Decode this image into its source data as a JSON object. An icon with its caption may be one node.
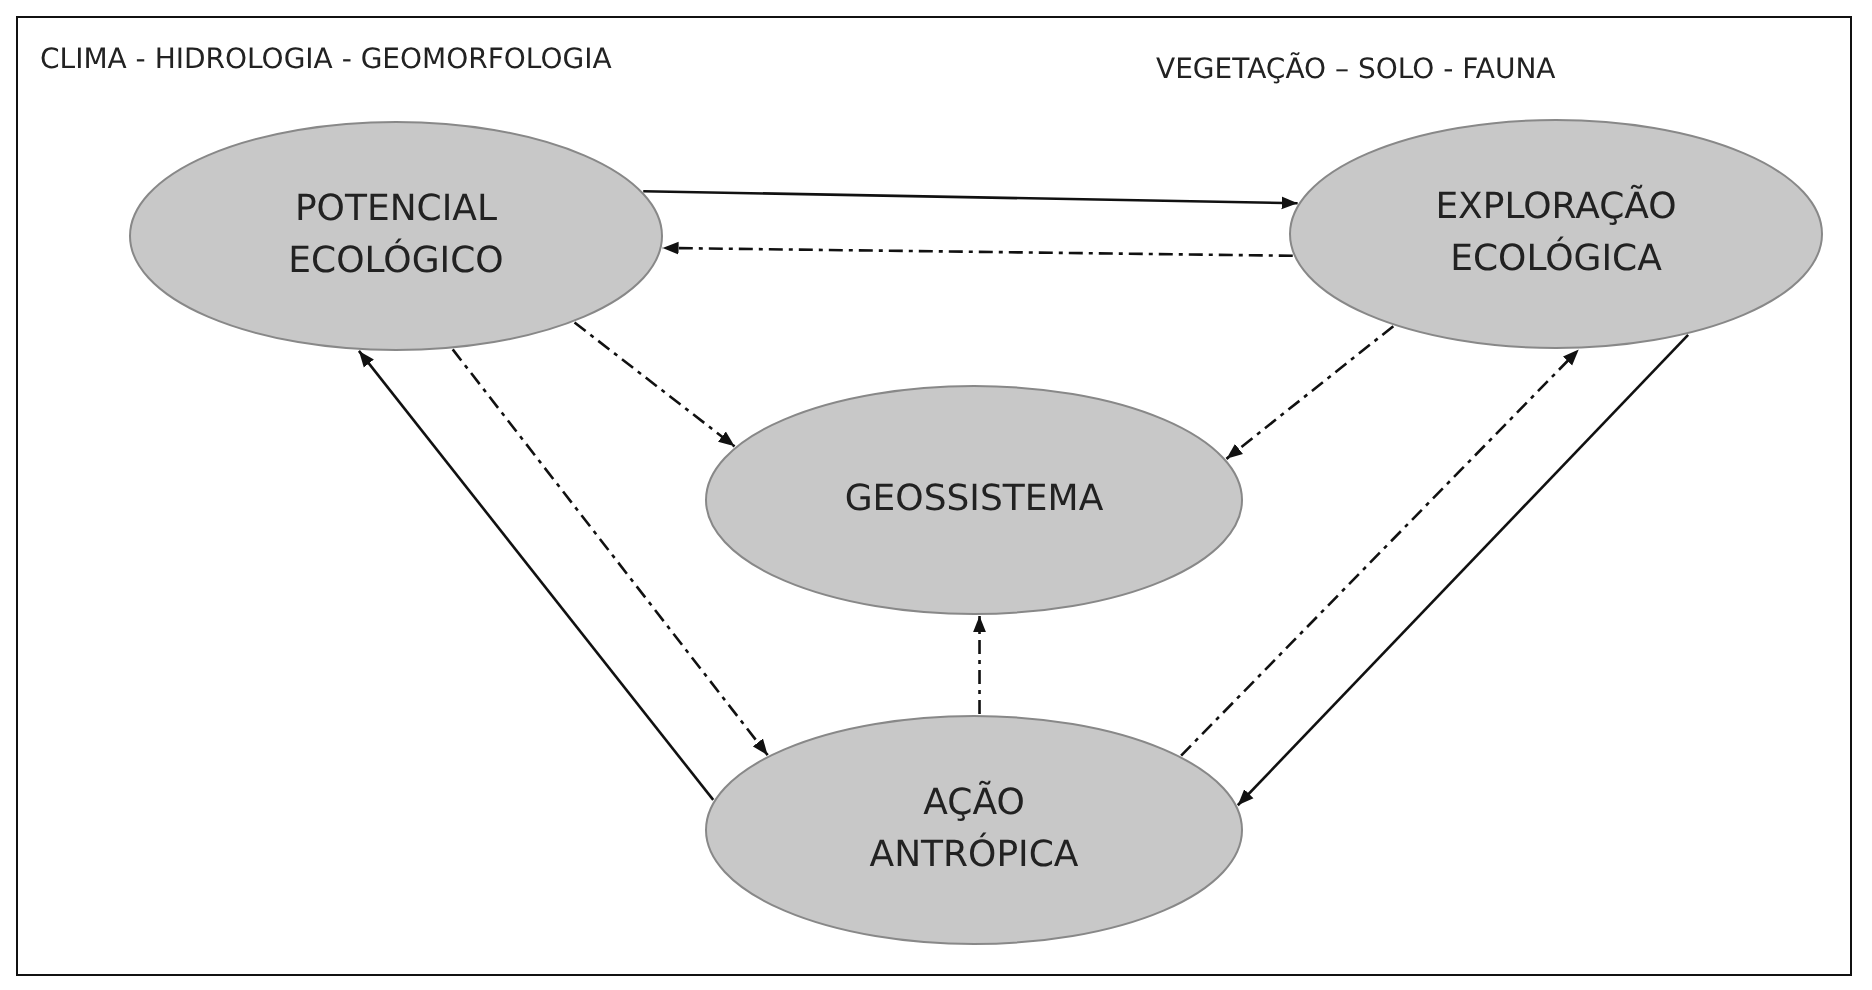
{
  "diagram": {
    "nodes": [
      {
        "text": [
          "POTENCIAL ECOLÓGICO"
        ]
      },
      {
        "text": [
          "EXPLORAÇÃO ECOLÓGICA"
        ]
      },
      {
        "text": [
          "GEOSSISTEMA"
        ]
      },
      {
        "text": [
          "AÇÃO ANTRÓPICA"
        ]
      }
    ],
    "edges": [
      {
        "from": 0,
        "to": 1,
        "arrow": "to"
      },
      {
        "from": 1,
        "to": 0,
        "arrow": "to",
        "style": "dashed"
      },
      {
        "from": 0,
        "to": 2,
        "arrow": "to",
        "style": "dashed"
      },
      {
        "from": 1,
        "to": 2,
        "arrow": "to",
        "style": "dashed"
      },
      {
        "from": 3,
        "to": 2,
        "arrow": "to",
        "style": "dashed"
      },
      {
        "from": 3,
        "to": 0,
        "arrow": "to"
      },
      {
        "from": 0,
        "to": 3,
        "arrow": "to",
        "style": "dashed"
      },
      {
        "from": 3,
        "to": 1,
        "arrow": "to",
        "style": "dashed"
      },
      {
        "from": 1,
        "to": 3,
        "arrow": "to"
      }
    ],
    "labels": [
      "CLIMA - HIDROLOGIA - GEOMORFOLOGIA",
      "VEGETAÇÃO – SOLO - FAUNA"
    ]
  }
}
